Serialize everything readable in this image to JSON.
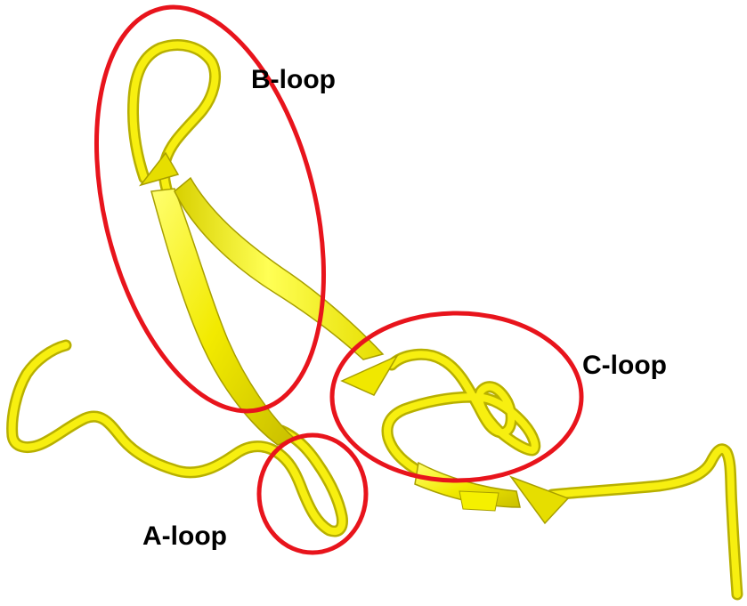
{
  "figure": {
    "labels": {
      "b_loop": "B-loop",
      "c_loop": "C-loop",
      "a_loop": "A-loop"
    },
    "colors": {
      "ribbon": "#f5f000",
      "ribbon_light": "#ffff66",
      "ribbon_shadow": "#b5ad00",
      "highlight_ellipse": "#e8141c",
      "background": "#ffffff"
    }
  }
}
